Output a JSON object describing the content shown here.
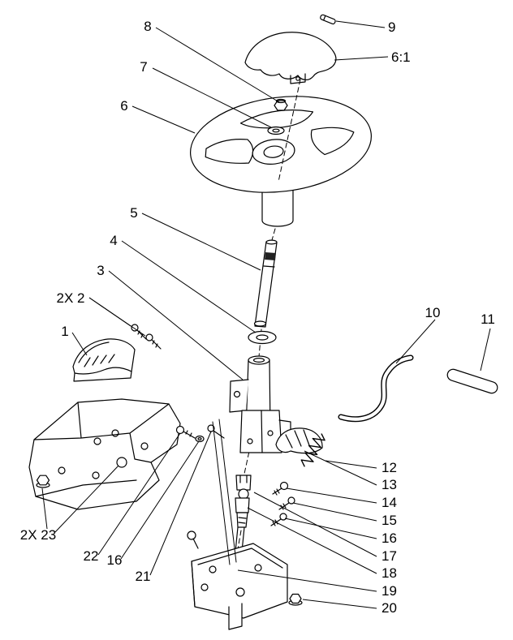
{
  "figure": {
    "background_color": "#ffffff",
    "line_color": "#000000",
    "kind": "exploded-parts-diagram"
  },
  "callouts": [
    {
      "label": "8"
    },
    {
      "label": "9"
    },
    {
      "label": "7"
    },
    {
      "label": "6:1"
    },
    {
      "label": "6"
    },
    {
      "label": "5"
    },
    {
      "label": "4"
    },
    {
      "label": "3"
    },
    {
      "label": "2X 2"
    },
    {
      "label": "1"
    },
    {
      "label": "10"
    },
    {
      "label": "11"
    },
    {
      "label": "12"
    },
    {
      "label": "13"
    },
    {
      "label": "14"
    },
    {
      "label": "15"
    },
    {
      "label": "16"
    },
    {
      "label": "17"
    },
    {
      "label": "18"
    },
    {
      "label": "19"
    },
    {
      "label": "20"
    },
    {
      "label": "2X 23"
    },
    {
      "label": "22"
    },
    {
      "label": "16"
    },
    {
      "label": "21"
    }
  ]
}
